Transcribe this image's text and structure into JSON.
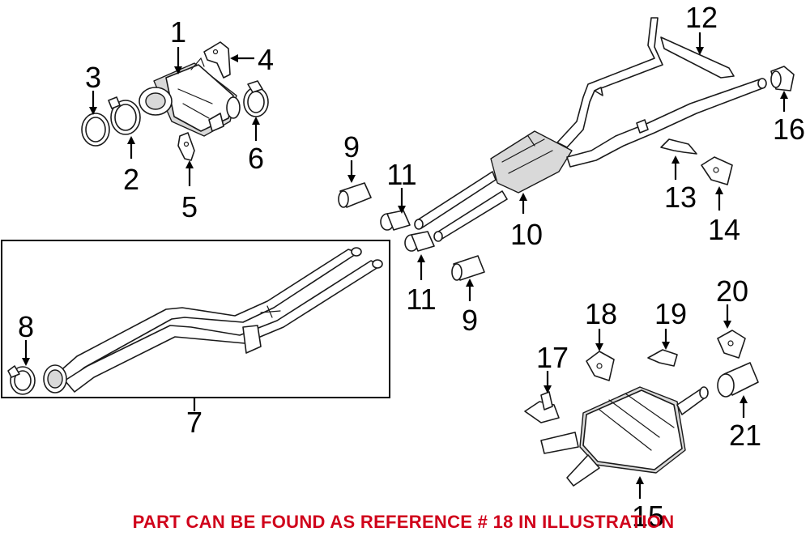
{
  "diagram": {
    "callouts": [
      "1",
      "2",
      "3",
      "4",
      "5",
      "6",
      "7",
      "8",
      "9",
      "9",
      "10",
      "11",
      "11",
      "12",
      "13",
      "14",
      "15",
      "16",
      "17",
      "18",
      "19",
      "20",
      "21"
    ],
    "footer_note": "PART CAN BE FOUND AS REFERENCE # 18 IN ILLUSTRATION",
    "footer_color": "#d0021b"
  }
}
